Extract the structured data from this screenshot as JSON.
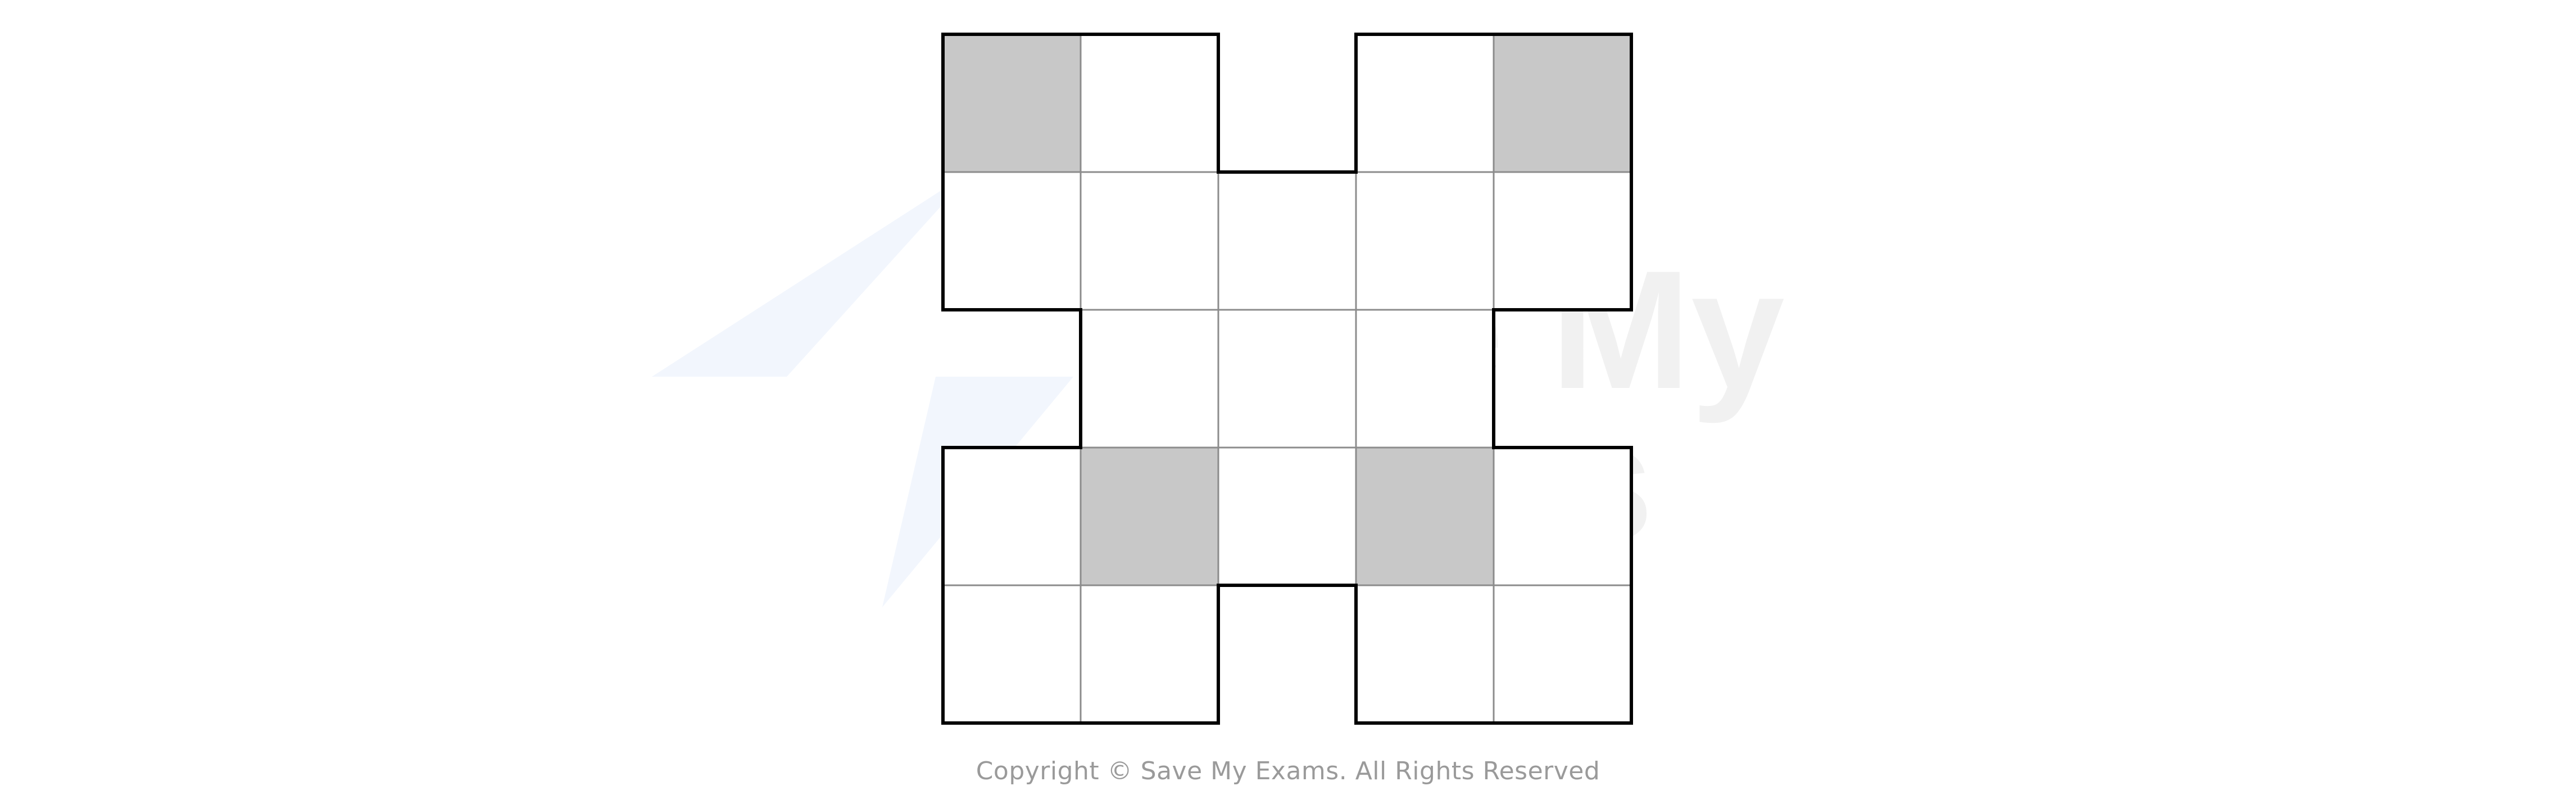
{
  "grid": {
    "rows": 5,
    "cols": 5,
    "cells": [
      {
        "row": 0,
        "col": 0,
        "shaded": true
      },
      {
        "row": 0,
        "col": 1,
        "shaded": false
      },
      {
        "row": 0,
        "col": 3,
        "shaded": false
      },
      {
        "row": 0,
        "col": 4,
        "shaded": true
      },
      {
        "row": 1,
        "col": 0,
        "shaded": false
      },
      {
        "row": 1,
        "col": 1,
        "shaded": false
      },
      {
        "row": 1,
        "col": 2,
        "shaded": false
      },
      {
        "row": 1,
        "col": 3,
        "shaded": false
      },
      {
        "row": 1,
        "col": 4,
        "shaded": false
      },
      {
        "row": 2,
        "col": 1,
        "shaded": false
      },
      {
        "row": 2,
        "col": 2,
        "shaded": false
      },
      {
        "row": 2,
        "col": 3,
        "shaded": false
      },
      {
        "row": 3,
        "col": 0,
        "shaded": false
      },
      {
        "row": 3,
        "col": 1,
        "shaded": true
      },
      {
        "row": 3,
        "col": 2,
        "shaded": false
      },
      {
        "row": 3,
        "col": 3,
        "shaded": true
      },
      {
        "row": 3,
        "col": 4,
        "shaded": false
      },
      {
        "row": 4,
        "col": 0,
        "shaded": false
      },
      {
        "row": 4,
        "col": 1,
        "shaded": false
      },
      {
        "row": 4,
        "col": 3,
        "shaded": false
      },
      {
        "row": 4,
        "col": 4,
        "shaded": false
      }
    ]
  },
  "colors": {
    "shaded_fill": "#c8c8c8",
    "empty_fill": "#ffffff",
    "inner_line": "#8c8c8c",
    "outline": "#000000",
    "watermark_text": "#f1f1f1",
    "watermark_bolt": "#f2f6fd",
    "copyright_text": "#9a9a9a"
  },
  "watermark": {
    "line1": "Save My",
    "line2": "Exams",
    "icon": "lightning-bolt-icon"
  },
  "footer": {
    "copyright": "Copyright © Save My Exams. All Rights Reserved"
  }
}
